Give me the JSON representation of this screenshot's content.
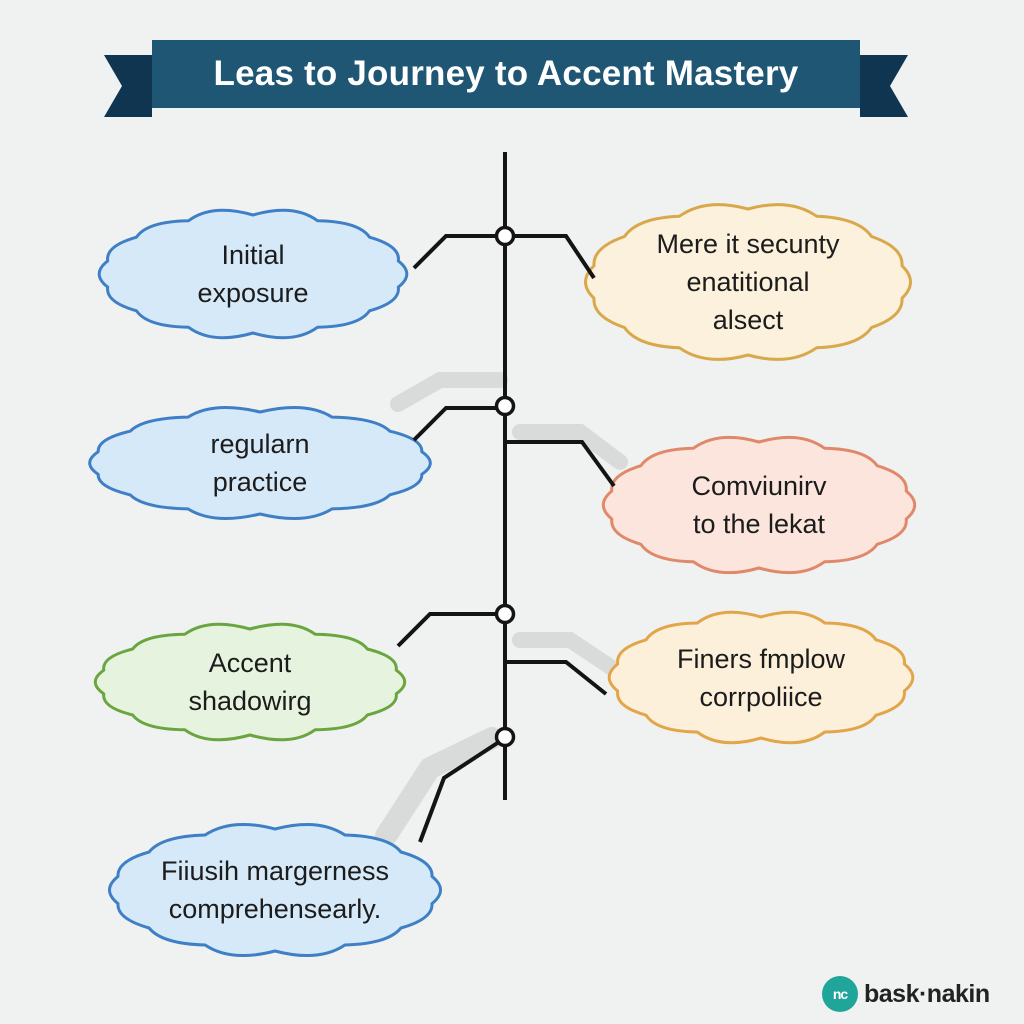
{
  "banner": {
    "title": "Leas to Journey to Accent Mastery",
    "color": "#1f5673",
    "fold_color": "#0f3550"
  },
  "nodes": [
    {
      "id": "initial-exposure",
      "lines": [
        "Initial",
        "exposure"
      ],
      "fill": "#d6e9f8",
      "stroke": "#3f7fc6"
    },
    {
      "id": "regular-practice",
      "lines": [
        "regularn",
        "practice"
      ],
      "fill": "#d6e9f8",
      "stroke": "#3f7fc6"
    },
    {
      "id": "accent-shadowing",
      "lines": [
        "Accent",
        "shadowirg"
      ],
      "fill": "#e6f3de",
      "stroke": "#6aa53f"
    },
    {
      "id": "finish-margerness",
      "lines": [
        "Fiiusih margerness",
        "comprehensearly."
      ],
      "fill": "#d6e9f8",
      "stroke": "#3f7fc6"
    },
    {
      "id": "mere-it-secunty",
      "lines": [
        "Mere it secunty",
        "enatitional",
        "alsect"
      ],
      "fill": "#fbf1dc",
      "stroke": "#d9a84a"
    },
    {
      "id": "comviunirv",
      "lines": [
        "Comviunirv",
        "to the lekat"
      ],
      "fill": "#fbe5dc",
      "stroke": "#e0886a"
    },
    {
      "id": "finers-fmplow",
      "lines": [
        "Finers fmplow",
        "corrpoliice"
      ],
      "fill": "#fcf0db",
      "stroke": "#e3a54a"
    }
  ],
  "timeline": {
    "color": "#141414"
  },
  "logo": {
    "badge": "nc",
    "text": "bask·nakin",
    "badge_color": "#1fa59a"
  }
}
